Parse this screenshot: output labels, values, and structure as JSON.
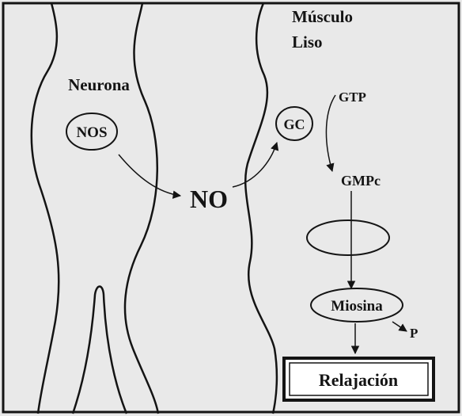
{
  "labels": {
    "neuron": "Neurona",
    "muscle_line1": "Músculo",
    "muscle_line2": "Liso",
    "nos": "NOS",
    "no": "NO",
    "gc": "GC",
    "gtp": "GTP",
    "gmpc": "GMPc",
    "miosina": "Miosina",
    "p": "P",
    "relajacion": "Relajación"
  },
  "colors": {
    "background": "#e9e9e9",
    "ink": "#141414"
  }
}
